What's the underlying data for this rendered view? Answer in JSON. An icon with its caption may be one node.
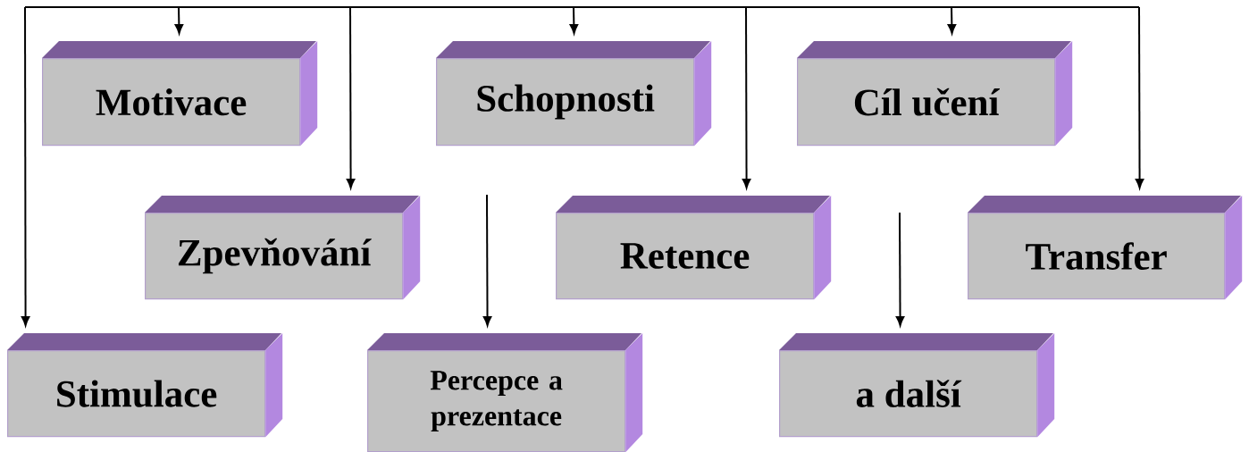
{
  "diagram": {
    "nodes": [
      {
        "text": [
          "Motivace"
        ]
      },
      {
        "text": [
          "Schopnosti"
        ]
      },
      {
        "text": [
          "Cíl učení"
        ]
      },
      {
        "text": [
          "Zpevňování"
        ]
      },
      {
        "text": [
          "Retence"
        ]
      },
      {
        "text": [
          "Transfer"
        ]
      },
      {
        "text": [
          "Stimulace"
        ]
      },
      {
        "text": [
          "Percepce a prezentace"
        ]
      },
      {
        "text": [
          "a další"
        ]
      }
    ],
    "edges": [
      {
        "from": null,
        "to": 6,
        "arrow": "to"
      },
      {
        "from": null,
        "to": 0,
        "arrow": "to"
      },
      {
        "from": null,
        "to": 3,
        "arrow": "to"
      },
      {
        "from": null,
        "to": 1,
        "arrow": "to"
      },
      {
        "from": null,
        "to": 4,
        "arrow": "to"
      },
      {
        "from": null,
        "to": 2,
        "arrow": "to"
      },
      {
        "from": null,
        "to": 5,
        "arrow": "to"
      },
      {
        "from": null,
        "to": 7,
        "arrow": "to"
      },
      {
        "from": null,
        "to": 8,
        "arrow": "to"
      }
    ]
  }
}
